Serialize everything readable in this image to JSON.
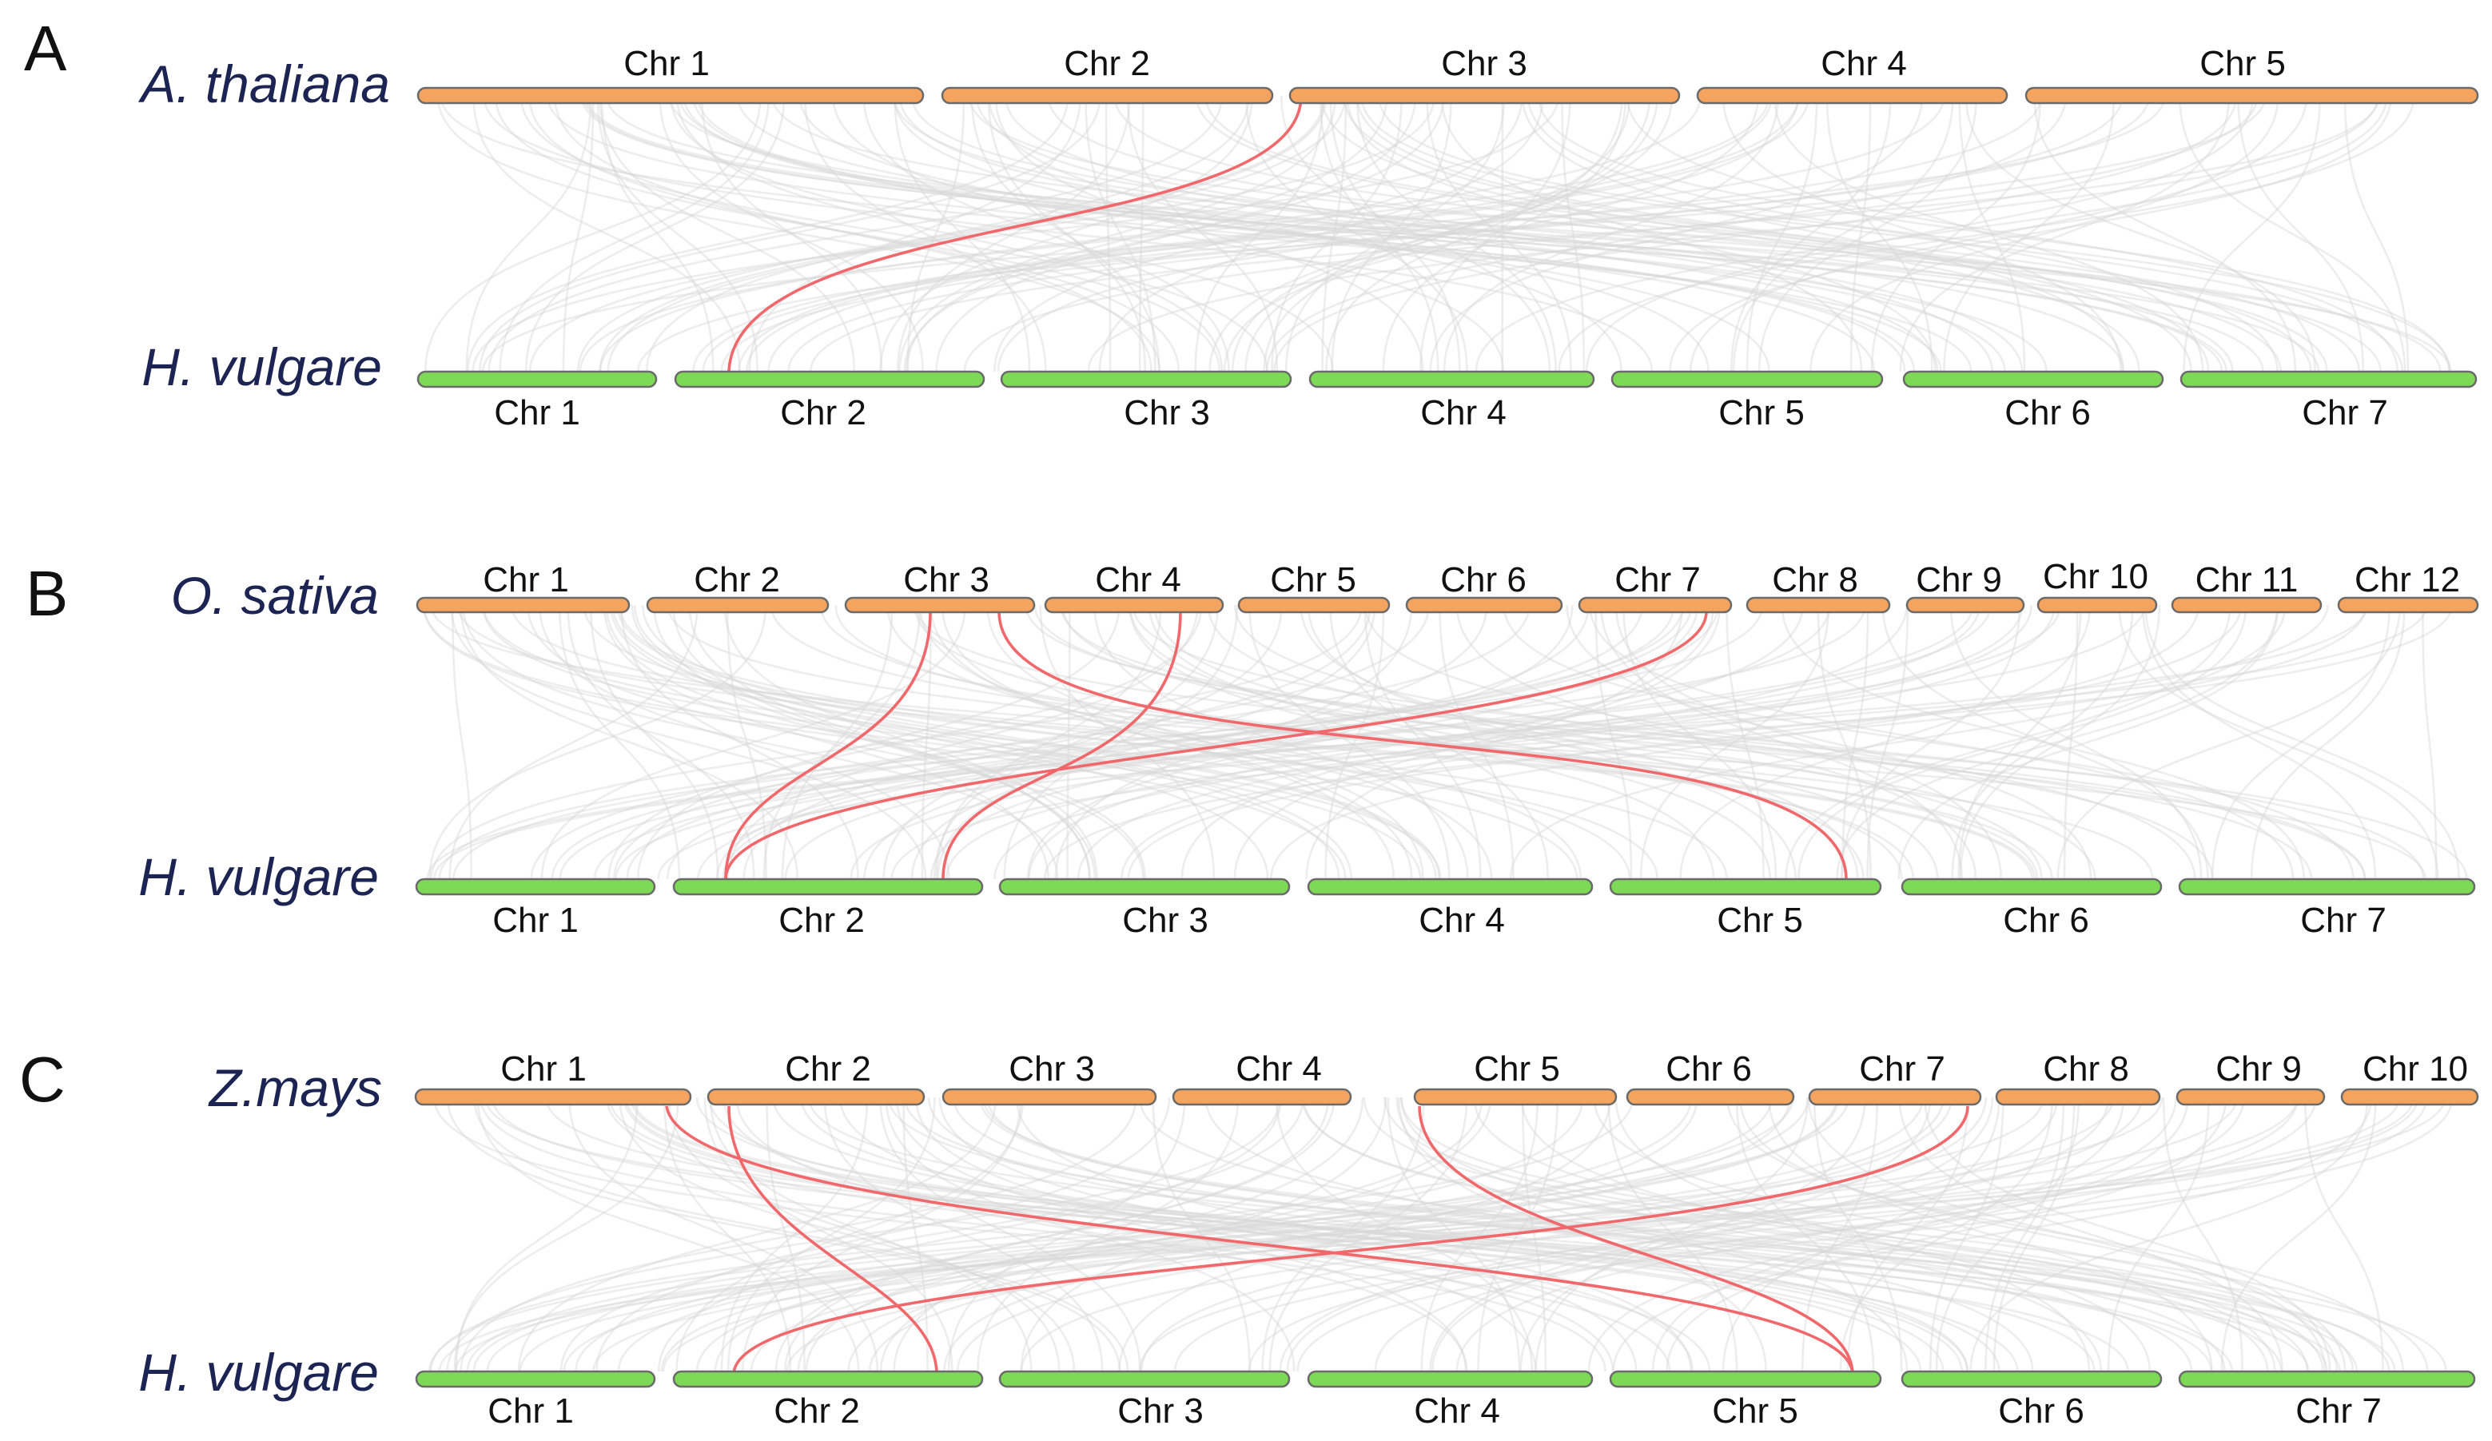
{
  "colors": {
    "upper_chromosome": "#f5a460",
    "lower_chromosome": "#7ed957",
    "background_link": "#d6d6d6",
    "highlight_link": "#f0686b",
    "species_text": "#1c2453"
  },
  "panels": [
    {
      "letter": "A",
      "top_species": "A. thaliana",
      "bottom_species": "H. vulgare",
      "top_chromosomes": [
        "Chr 1",
        "Chr 2",
        "Chr 3",
        "Chr 4",
        "Chr 5"
      ],
      "bottom_chromosomes": [
        "Chr 1",
        "Chr 2",
        "Chr 3",
        "Chr 4",
        "Chr 5",
        "Chr 6",
        "Chr 7"
      ],
      "highlighted_links": [
        {
          "top": "Chr 3",
          "bottom": "Chr 2"
        }
      ]
    },
    {
      "letter": "B",
      "top_species": "O. sativa",
      "bottom_species": "H. vulgare",
      "top_chromosomes": [
        "Chr 1",
        "Chr 2",
        "Chr 3",
        "Chr 4",
        "Chr 5",
        "Chr 6",
        "Chr 7",
        "Chr 8",
        "Chr 9",
        "Chr 10",
        "Chr 11",
        "Chr 12"
      ],
      "bottom_chromosomes": [
        "Chr 1",
        "Chr 2",
        "Chr 3",
        "Chr 4",
        "Chr 5",
        "Chr 6",
        "Chr 7"
      ],
      "highlighted_links": [
        {
          "top": "Chr 3",
          "bottom": "Chr 2"
        },
        {
          "top": "Chr 3",
          "bottom": "Chr 5"
        },
        {
          "top": "Chr 4",
          "bottom": "Chr 2"
        },
        {
          "top": "Chr 7",
          "bottom": "Chr 2"
        }
      ]
    },
    {
      "letter": "C",
      "top_species": "Z.mays",
      "bottom_species": "H. vulgare",
      "top_chromosomes": [
        "Chr 1",
        "Chr 2",
        "Chr 3",
        "Chr 4",
        "Chr 5",
        "Chr 6",
        "Chr 7",
        "Chr 8",
        "Chr 9",
        "Chr 10"
      ],
      "bottom_chromosomes": [
        "Chr 1",
        "Chr 2",
        "Chr 3",
        "Chr 4",
        "Chr 5",
        "Chr 6",
        "Chr 7"
      ],
      "highlighted_links": [
        {
          "top": "Chr 1",
          "bottom": "Chr 5"
        },
        {
          "top": "Chr 2",
          "bottom": "Chr 2"
        },
        {
          "top": "Chr 5",
          "bottom": "Chr 5"
        },
        {
          "top": "Chr 7",
          "bottom": "Chr 2"
        }
      ]
    }
  ]
}
